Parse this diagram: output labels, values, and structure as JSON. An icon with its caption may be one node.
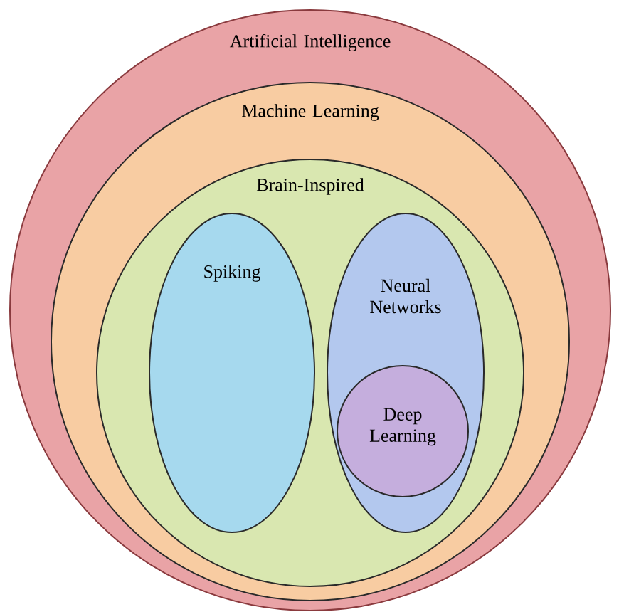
{
  "diagram": {
    "nodes": [
      {
        "text": [
          "Artificial Intelligence"
        ]
      },
      {
        "text": [
          "Machine Learning"
        ],
        "in": 0
      },
      {
        "text": [
          "Brain-Inspired"
        ],
        "in": 1
      },
      {
        "text": [
          "Spiking"
        ],
        "in": 2
      },
      {
        "text": [
          "Neural Networks"
        ],
        "in": 2
      },
      {
        "text": [
          "Deep Learning"
        ],
        "in": 4
      }
    ]
  }
}
